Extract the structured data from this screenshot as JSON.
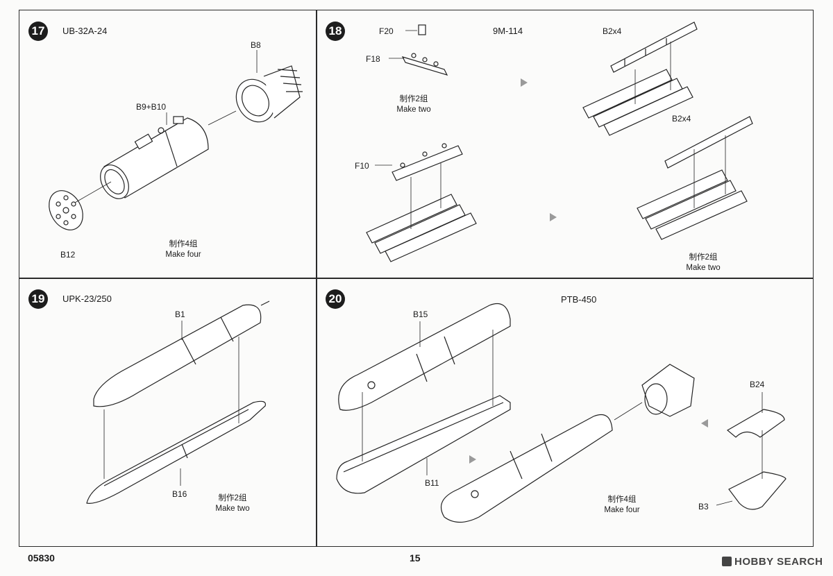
{
  "steps": [
    {
      "number": "17",
      "title": "UB-32A-24",
      "labels": {
        "b8": "B8",
        "b9b10": "B9+B10",
        "b12": "B12"
      },
      "note_cn": "制作4组",
      "note_en": "Make four"
    },
    {
      "number": "18",
      "title": "9M-114",
      "labels": {
        "f20": "F20",
        "f18": "F18",
        "f10": "F10",
        "b2x4_a": "B2x4",
        "b2x4_b": "B2x4"
      },
      "note_a_cn": "制作2组",
      "note_a_en": "Make two",
      "note_b_cn": "制作2组",
      "note_b_en": "Make two"
    },
    {
      "number": "19",
      "title": "UPK-23/250",
      "labels": {
        "b1": "B1",
        "b16": "B16"
      },
      "note_cn": "制作2组",
      "note_en": "Make two"
    },
    {
      "number": "20",
      "title": "PTB-450",
      "labels": {
        "b15": "B15",
        "b11": "B11",
        "b24": "B24",
        "b3": "B3"
      },
      "note_cn": "制作4组",
      "note_en": "Make four"
    }
  ],
  "footer": {
    "code": "05830",
    "page": "15",
    "brand": "HOBBY SEARCH"
  }
}
